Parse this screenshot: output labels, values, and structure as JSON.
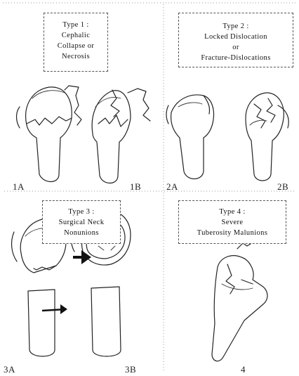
{
  "panels": [
    {
      "id": "type1",
      "title": "Type 1 :",
      "lines": [
        "Cephalic",
        "Collapse or",
        "Necrosis"
      ],
      "labels": [
        "1A",
        "1B"
      ]
    },
    {
      "id": "type2",
      "title": "Type 2 :",
      "lines": [
        "Locked Dislocation",
        "or",
        "Fracture-Dislocations"
      ],
      "labels": [
        "2A",
        "2B"
      ]
    },
    {
      "id": "type3",
      "title": "Type 3 :",
      "lines": [
        "Surgical Neck",
        "Nonunions"
      ],
      "labels": [
        "3A",
        "3B"
      ]
    },
    {
      "id": "type4",
      "title": "Type 4 :",
      "lines": [
        "Severe",
        "Tuberosity Malunions"
      ],
      "labels": [
        "4"
      ]
    }
  ]
}
